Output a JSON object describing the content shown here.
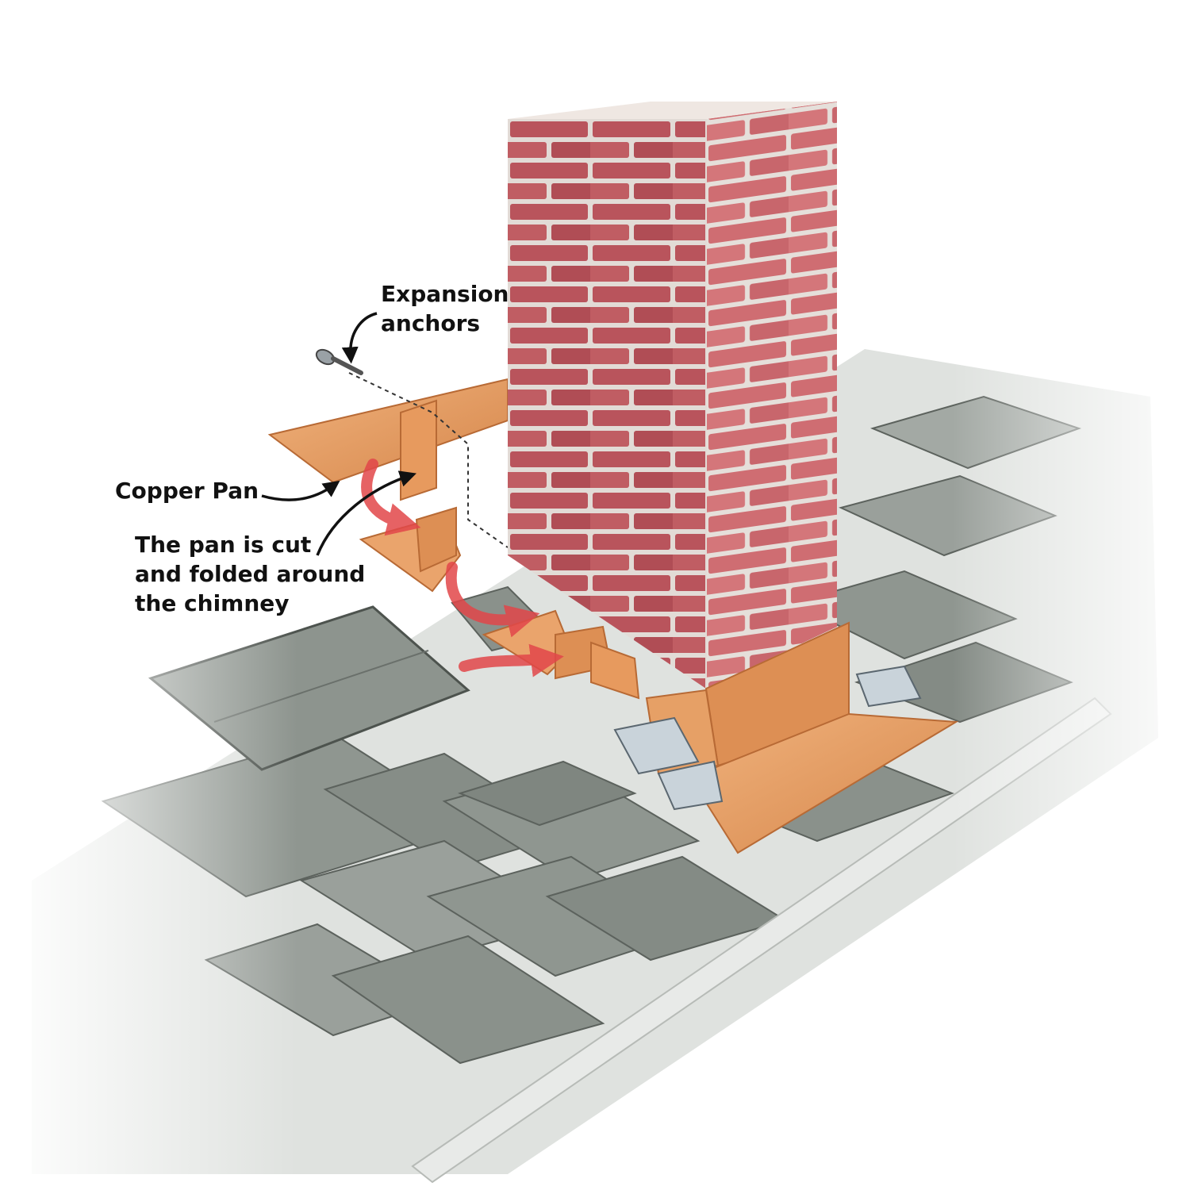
{
  "labels": {
    "expansion_anchors": [
      "Expansion",
      "anchors"
    ],
    "copper_pan": "Copper Pan",
    "pan_cut_folded": [
      "The pan is cut",
      "and folded around",
      "the chimney"
    ]
  },
  "colors": {
    "brick": "#b5535a",
    "brick_side": "#c9656b",
    "mortar": "#e2dbd6",
    "copper": "#e6a066",
    "copper_dark": "#c9783f",
    "shingle": "#8f9690",
    "shingle_dark": "#737a74",
    "arrow": "#e2474a",
    "text": "#111111"
  },
  "icons": [
    "expansion-anchor-icon",
    "curved-arrow-icon"
  ]
}
